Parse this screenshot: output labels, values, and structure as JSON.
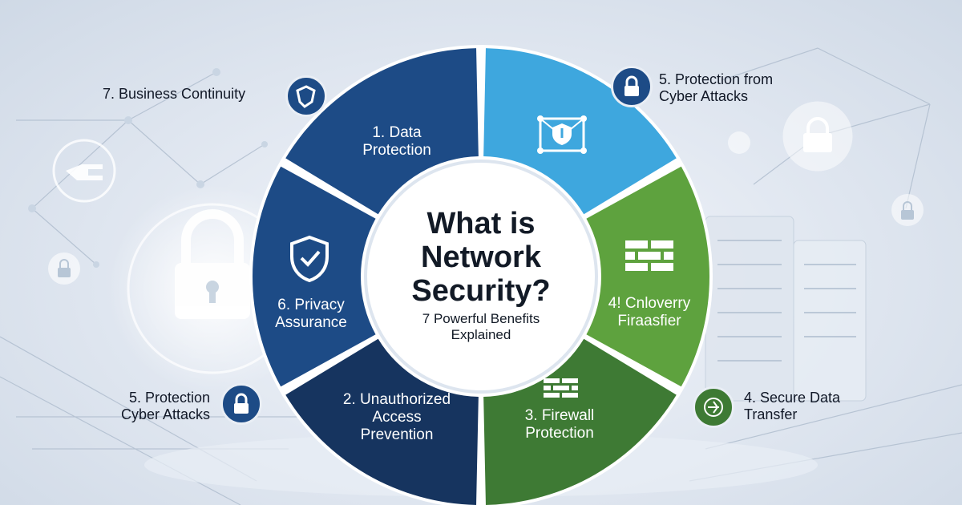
{
  "center": {
    "title": "What is\nNetwork\nSecurity?",
    "subtitle": "7 Powerful Benefits\nExplained"
  },
  "segments": [
    {
      "label": "1. Data\nProtection",
      "color": "#1d4b86"
    },
    {
      "label": "",
      "color": "#3ea7de"
    },
    {
      "label": "4! Cnloverry\nFiraasfier",
      "color": "#5ea23e"
    },
    {
      "label": "3. Firewall\nProtection",
      "color": "#3e7a34"
    },
    {
      "label": "2. Unauthorized\nAccess\nPrevention",
      "color": "#16345f"
    },
    {
      "label": "6. Privacy\nAssurance",
      "color": "#1d4b86"
    }
  ],
  "callouts": {
    "top_left": "7. Business Continuity",
    "top_right": "5. Protection from\nCyber Attacks",
    "bottom_left": "5. Protection\nCyber Attacks",
    "bottom_right": "4. Secure Data\nTransfer"
  },
  "icons": {
    "top_left": "shield-outline-icon",
    "top_right": "padlock-icon",
    "bottom_left": "padlock-icon",
    "bottom_right": "globe-transfer-icon",
    "seg1": "network-shield-icon",
    "seg4": "brick-wall-icon",
    "seg3": "brick-wall-icon",
    "seg6": "shield-check-icon"
  },
  "colors": {
    "dark_blue": "#1d4b86",
    "navy": "#16345f",
    "light_blue": "#3ea7de",
    "light_green": "#5ea23e",
    "dark_green": "#3e7a34"
  }
}
